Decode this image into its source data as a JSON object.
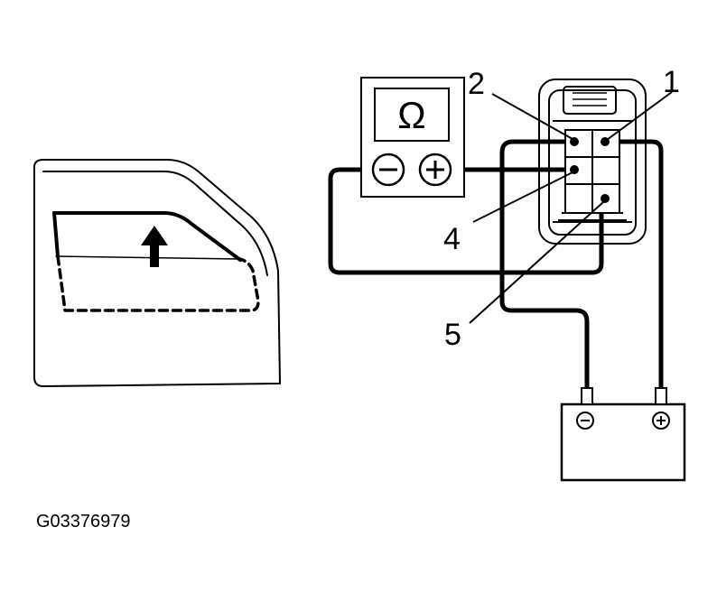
{
  "meter": {
    "symbol": "Ω",
    "neg_symbol": "⊖",
    "pos_symbol": "⊕"
  },
  "callouts": {
    "one": "1",
    "two": "2",
    "four": "4",
    "five": "5"
  },
  "battery": {
    "neg_symbol": "⊖",
    "pos_symbol": "⊕"
  },
  "figure_code": "G03376979",
  "colors": {
    "ink": "#000000",
    "paper": "#ffffff"
  }
}
